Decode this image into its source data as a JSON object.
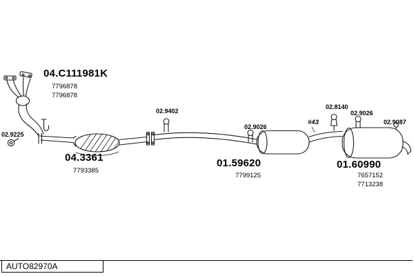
{
  "diagram": {
    "parts": {
      "manifold": {
        "code": "04.C111981K",
        "ref1": "7796878",
        "ref2": "7796878"
      },
      "front_hanger": {
        "code": "02.9225"
      },
      "catalyst": {
        "code": "04.3361",
        "ref1": "7793385"
      },
      "front_clamp": {
        "code": "02.9402"
      },
      "mid_clamp": {
        "code": "02.9026"
      },
      "mid_muffler": {
        "code": "01.59620",
        "ref1": "7799125"
      },
      "note43": {
        "code": "#43"
      },
      "rear_hanger": {
        "code": "02.8140"
      },
      "rear_clamp": {
        "code": "02.9026"
      },
      "tail_clamp": {
        "code": "02.9087"
      },
      "rear_muffler": {
        "code": "01.60990",
        "ref1": "7657152",
        "ref2": "7713238"
      }
    },
    "footer": {
      "code": "AUTO82970A"
    }
  }
}
